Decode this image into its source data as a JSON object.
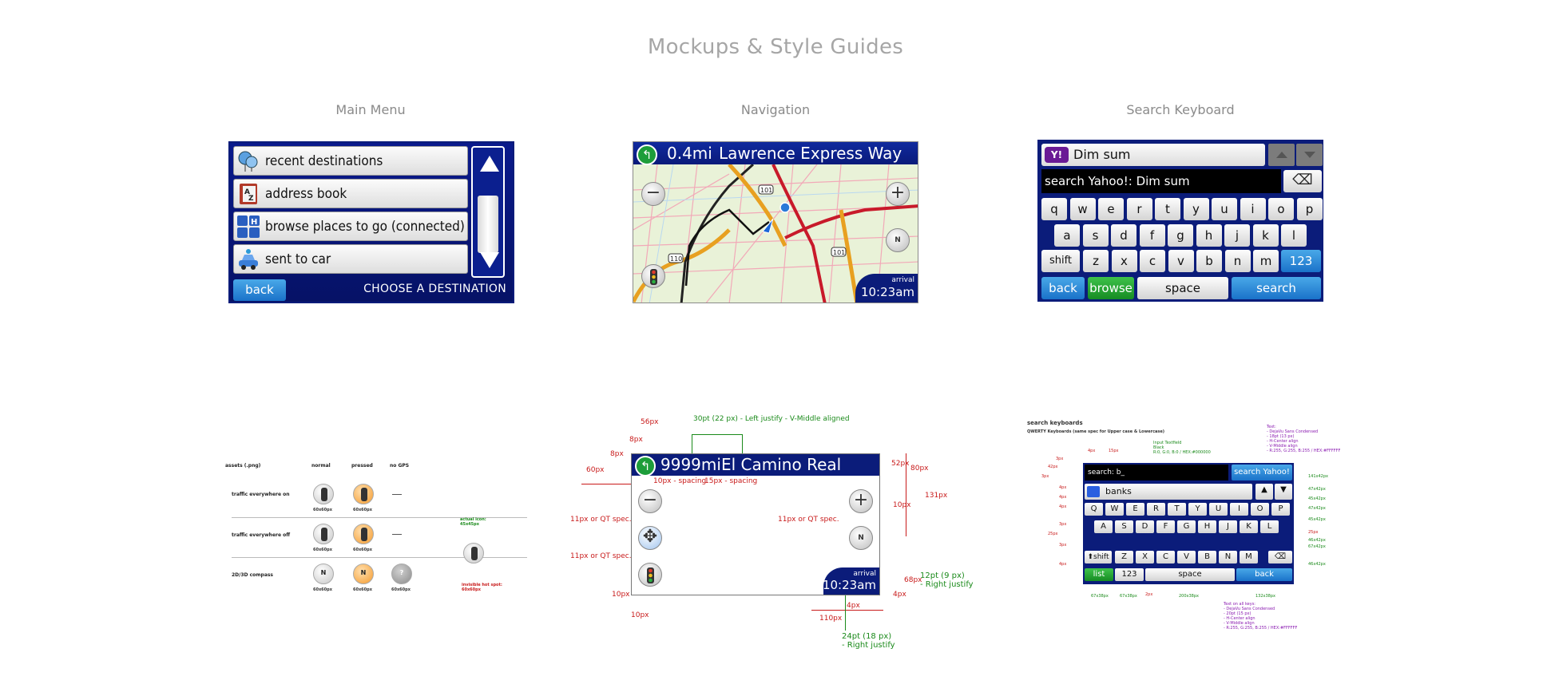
{
  "page": {
    "title": "Mockups & Style Guides"
  },
  "sections": {
    "main_menu": "Main Menu",
    "navigation": "Navigation",
    "search_keyboard": "Search Keyboard"
  },
  "main_menu": {
    "items": [
      {
        "label": "recent destinations",
        "icon": "balloons-icon"
      },
      {
        "label": "address book",
        "icon": "address-book-icon"
      },
      {
        "label": "browse places to go (connected)",
        "icon": "places-icon"
      },
      {
        "label": "sent to car",
        "icon": "car-icon"
      }
    ],
    "back": "back",
    "footer": "CHOOSE A DESTINATION"
  },
  "navigation": {
    "distance": "0.4mi",
    "street": "Lawrence Express Way",
    "zoom_out": "−",
    "zoom_in": "+",
    "compass": "N",
    "arrival_label": "arrival",
    "arrival_time": "10:23am",
    "route_shields": [
      "101",
      "101",
      "110"
    ]
  },
  "keyboard": {
    "field_text": "Dim sum",
    "query_text": "search Yahoo!: Dim sum",
    "yahoo_logo": "Y!",
    "backspace": "⌫",
    "rows": [
      [
        "q",
        "w",
        "e",
        "r",
        "t",
        "y",
        "u",
        "i",
        "o",
        "p"
      ],
      [
        "a",
        "s",
        "d",
        "f",
        "g",
        "h",
        "j",
        "k",
        "l"
      ],
      [
        "z",
        "x",
        "c",
        "v",
        "b",
        "n",
        "m"
      ]
    ],
    "shift": "shift",
    "num": "123",
    "back": "back",
    "browse": "browse",
    "space": "space",
    "search": "search"
  },
  "asset_spec": {
    "headers": [
      "assets (.png)",
      "normal",
      "pressed",
      "no GPS"
    ],
    "rows": [
      "traffic everywhere on",
      "traffic everywhere off",
      "2D/3D compass"
    ],
    "size": "60x60px",
    "actual_icon": "actual icon:",
    "actual_size": "45x45px",
    "hotspot": "invisible hot spot:",
    "hotspot_size": "60x60px",
    "compass": "N",
    "nogps": "?"
  },
  "nav_spec": {
    "distance": "9999mi",
    "street": "El Camino Real",
    "arrival_label": "arrival",
    "arrival_time": "10:23am",
    "zoom_out": "−",
    "zoom_in": "+",
    "compass": "N",
    "notes": {
      "title_font": "30pt (22 px) - Left justify - V-Middle aligned",
      "w56": "56px",
      "h8": "8px",
      "s8": "8px",
      "h60": "60px",
      "sp10": "10px - spacing",
      "sp15": "15px - spacing",
      "h52": "52px",
      "h80": "80px",
      "h131": "131px",
      "h10a": "10px",
      "qt1": "11px or QT spec.",
      "qt2": "11px or QT spec.",
      "qt3": "11px or QT spec.",
      "arrival_font": "12pt (9 px)",
      "right1": "- Right justify",
      "h68": "68px",
      "h4": "4px",
      "h10b": "10px",
      "h10c": "10px",
      "w110": "110px",
      "w4": "4px",
      "time_font": "24pt (18 px)",
      "right2": "- Right justify"
    }
  },
  "kbd_spec": {
    "title": "search keyboards",
    "subtitle": "QWERTY Keyboards (same spec for Upper case & Lowercase)",
    "query": "search: b_",
    "search_btn": "search Yahoo!",
    "field": "banks",
    "rows": [
      [
        "Q",
        "W",
        "E",
        "R",
        "T",
        "Y",
        "U",
        "I",
        "O",
        "P"
      ],
      [
        "A",
        "S",
        "D",
        "F",
        "G",
        "H",
        "J",
        "K",
        "L"
      ],
      [
        "Z",
        "X",
        "C",
        "V",
        "B",
        "N",
        "M"
      ]
    ],
    "shift": "⬆shift",
    "bksp": "⌫",
    "list": "list",
    "num": "123",
    "space": "space",
    "back": "back",
    "input_note": [
      "Input Textfield",
      "Black",
      "R:0, G:0, B:0 / HEX:#000000"
    ],
    "text_note": [
      "Text:",
      "- DejaVu Sans Condensed",
      "- 18pt (13 px)",
      "- H-Center align",
      "- V-Middle align",
      "- R:255, G:255, B:255 / HEX:#FFFFFF"
    ],
    "keys_note": [
      "Text on all keys:",
      "- DejaVu Sans Condensed",
      "- 20pt (15 px)",
      "- H-Center align",
      "- V-Middle align",
      "- R:255, G:255, B:255 / HEX:#FFFFFF"
    ],
    "dims": {
      "d141": "141x42px",
      "d47a": "47x42px",
      "d45a": "45x42px",
      "d47b": "47x42px",
      "d45b": "45x42px",
      "d25": "25px",
      "d46a": "46x42px",
      "d67": "67x42px",
      "d46b": "46x42px",
      "d4a": "4px",
      "d15": "15px",
      "d3a": "3px",
      "d42": "42px",
      "d3b": "3px",
      "d4b": "4px",
      "d4c": "4px",
      "d4d": "4px",
      "d3c": "3px",
      "d25b": "25px",
      "d3d": "3px",
      "d4e": "4px",
      "w67a": "67x38px",
      "w67b": "67x38px",
      "w2": "2px",
      "w200": "200x38px",
      "w132": "132x38px"
    }
  },
  "colors": {
    "navy": "#0b1c7a",
    "blue_btn": "#1a72c9",
    "green_btn": "#168b23",
    "spec_red": "#c81a1a",
    "spec_green": "#1a8a1a",
    "spec_purple": "#8a1ab0"
  }
}
